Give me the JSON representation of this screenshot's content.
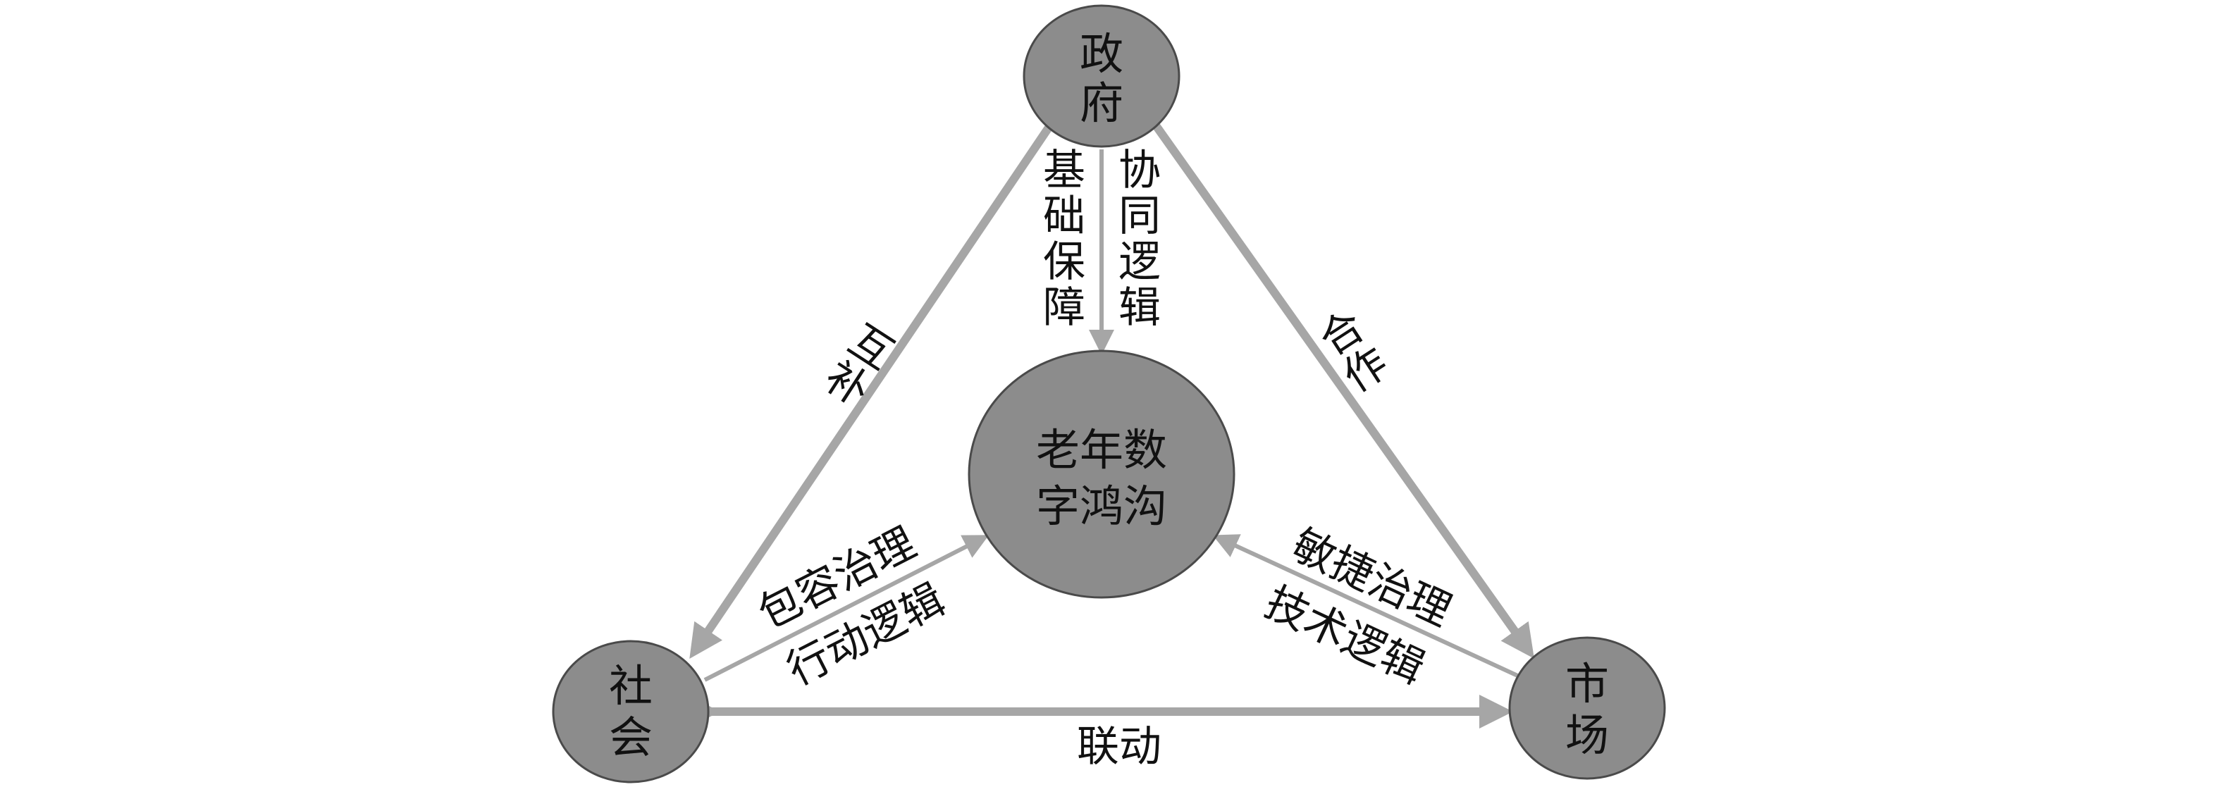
{
  "nodes": {
    "government": {
      "lines": [
        "政",
        "府"
      ]
    },
    "center": {
      "lines": [
        "老年数",
        "字鸿沟"
      ]
    },
    "society": {
      "lines": [
        "社",
        "会"
      ]
    },
    "market": {
      "lines": [
        "市",
        "场"
      ]
    }
  },
  "edges": {
    "gov_soc": {
      "label_lines": [
        "互",
        "补"
      ]
    },
    "gov_mkt": {
      "label_lines": [
        "合",
        "作"
      ]
    },
    "soc_mkt": {
      "label": "联动"
    },
    "gov_center_left": {
      "label_chars": [
        "基",
        "础",
        "保",
        "障"
      ]
    },
    "gov_center_right": {
      "label_chars": [
        "协",
        "同",
        "逻",
        "辑"
      ]
    },
    "soc_center": {
      "lines": [
        "包容治理",
        "行动逻辑"
      ]
    },
    "mkt_center": {
      "lines": [
        "敏捷治理",
        "技术逻辑"
      ]
    }
  },
  "colors": {
    "node_fill": "#8c8c8c",
    "node_stroke": "#4a4a4a",
    "arrow": "#a6a6a6",
    "text": "#111111",
    "background": "#ffffff"
  }
}
